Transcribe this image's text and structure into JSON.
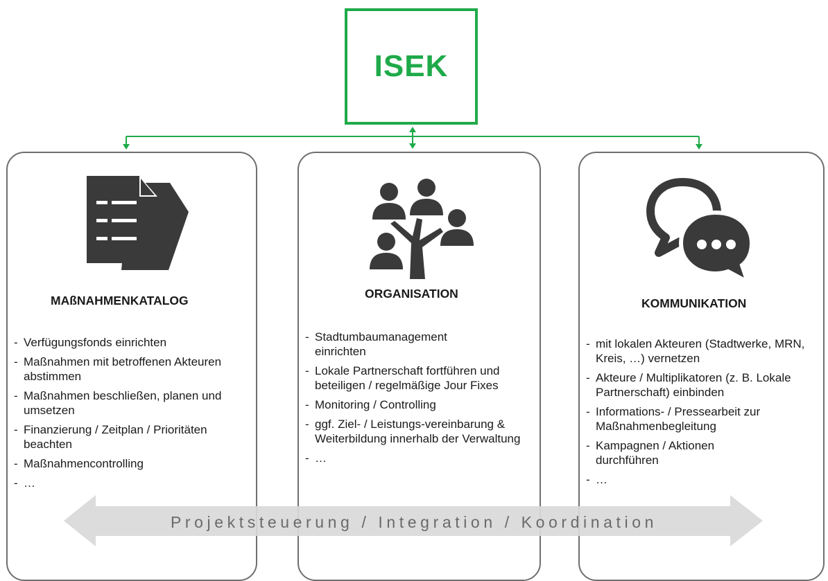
{
  "root": {
    "title": "ISEK"
  },
  "columns": [
    {
      "title": "MAßNAHMENKATALOG",
      "icon": "documents-icon",
      "items": [
        "Verfügungsfonds einrichten",
        "Maßnahmen mit betroffenen Akteuren abstimmen",
        "Maßnahmen beschließen, planen und umsetzen",
        "Finanzierung / Zeitplan / Prioritäten beachten",
        "Maßnahmencontrolling",
        "…"
      ]
    },
    {
      "title": "ORGANISATION",
      "icon": "people-tree-icon",
      "items": [
        "Stadtumbaumanagement einrichten",
        "Lokale Partnerschaft fortführen und beteiligen / regelmäßige Jour Fixes",
        "Monitoring / Controlling",
        "ggf. Ziel- / Leistungs-vereinbarung & Weiterbildung innerhalb der Verwaltung",
        "…"
      ]
    },
    {
      "title": "KOMMUNIKATION",
      "icon": "speech-bubbles-icon",
      "items": [
        "mit lokalen Akteuren (Stadtwerke, MRN, Kreis, …) vernetzen",
        "Akteure / Multiplikatoren (z. B. Lokale Partnerschaft) einbinden",
        "Informations- / Pressearbeit zur Maßnahmenbegleitung",
        "Kampagnen / Aktionen durchführen",
        "…"
      ]
    }
  ],
  "band": {
    "text": "Projektsteuerung / Integration / Koordination"
  },
  "colors": {
    "accent": "#1faa4a",
    "icon": "#3a3a3a",
    "band": "#d9d9d9",
    "border": "#6e6e6e"
  }
}
